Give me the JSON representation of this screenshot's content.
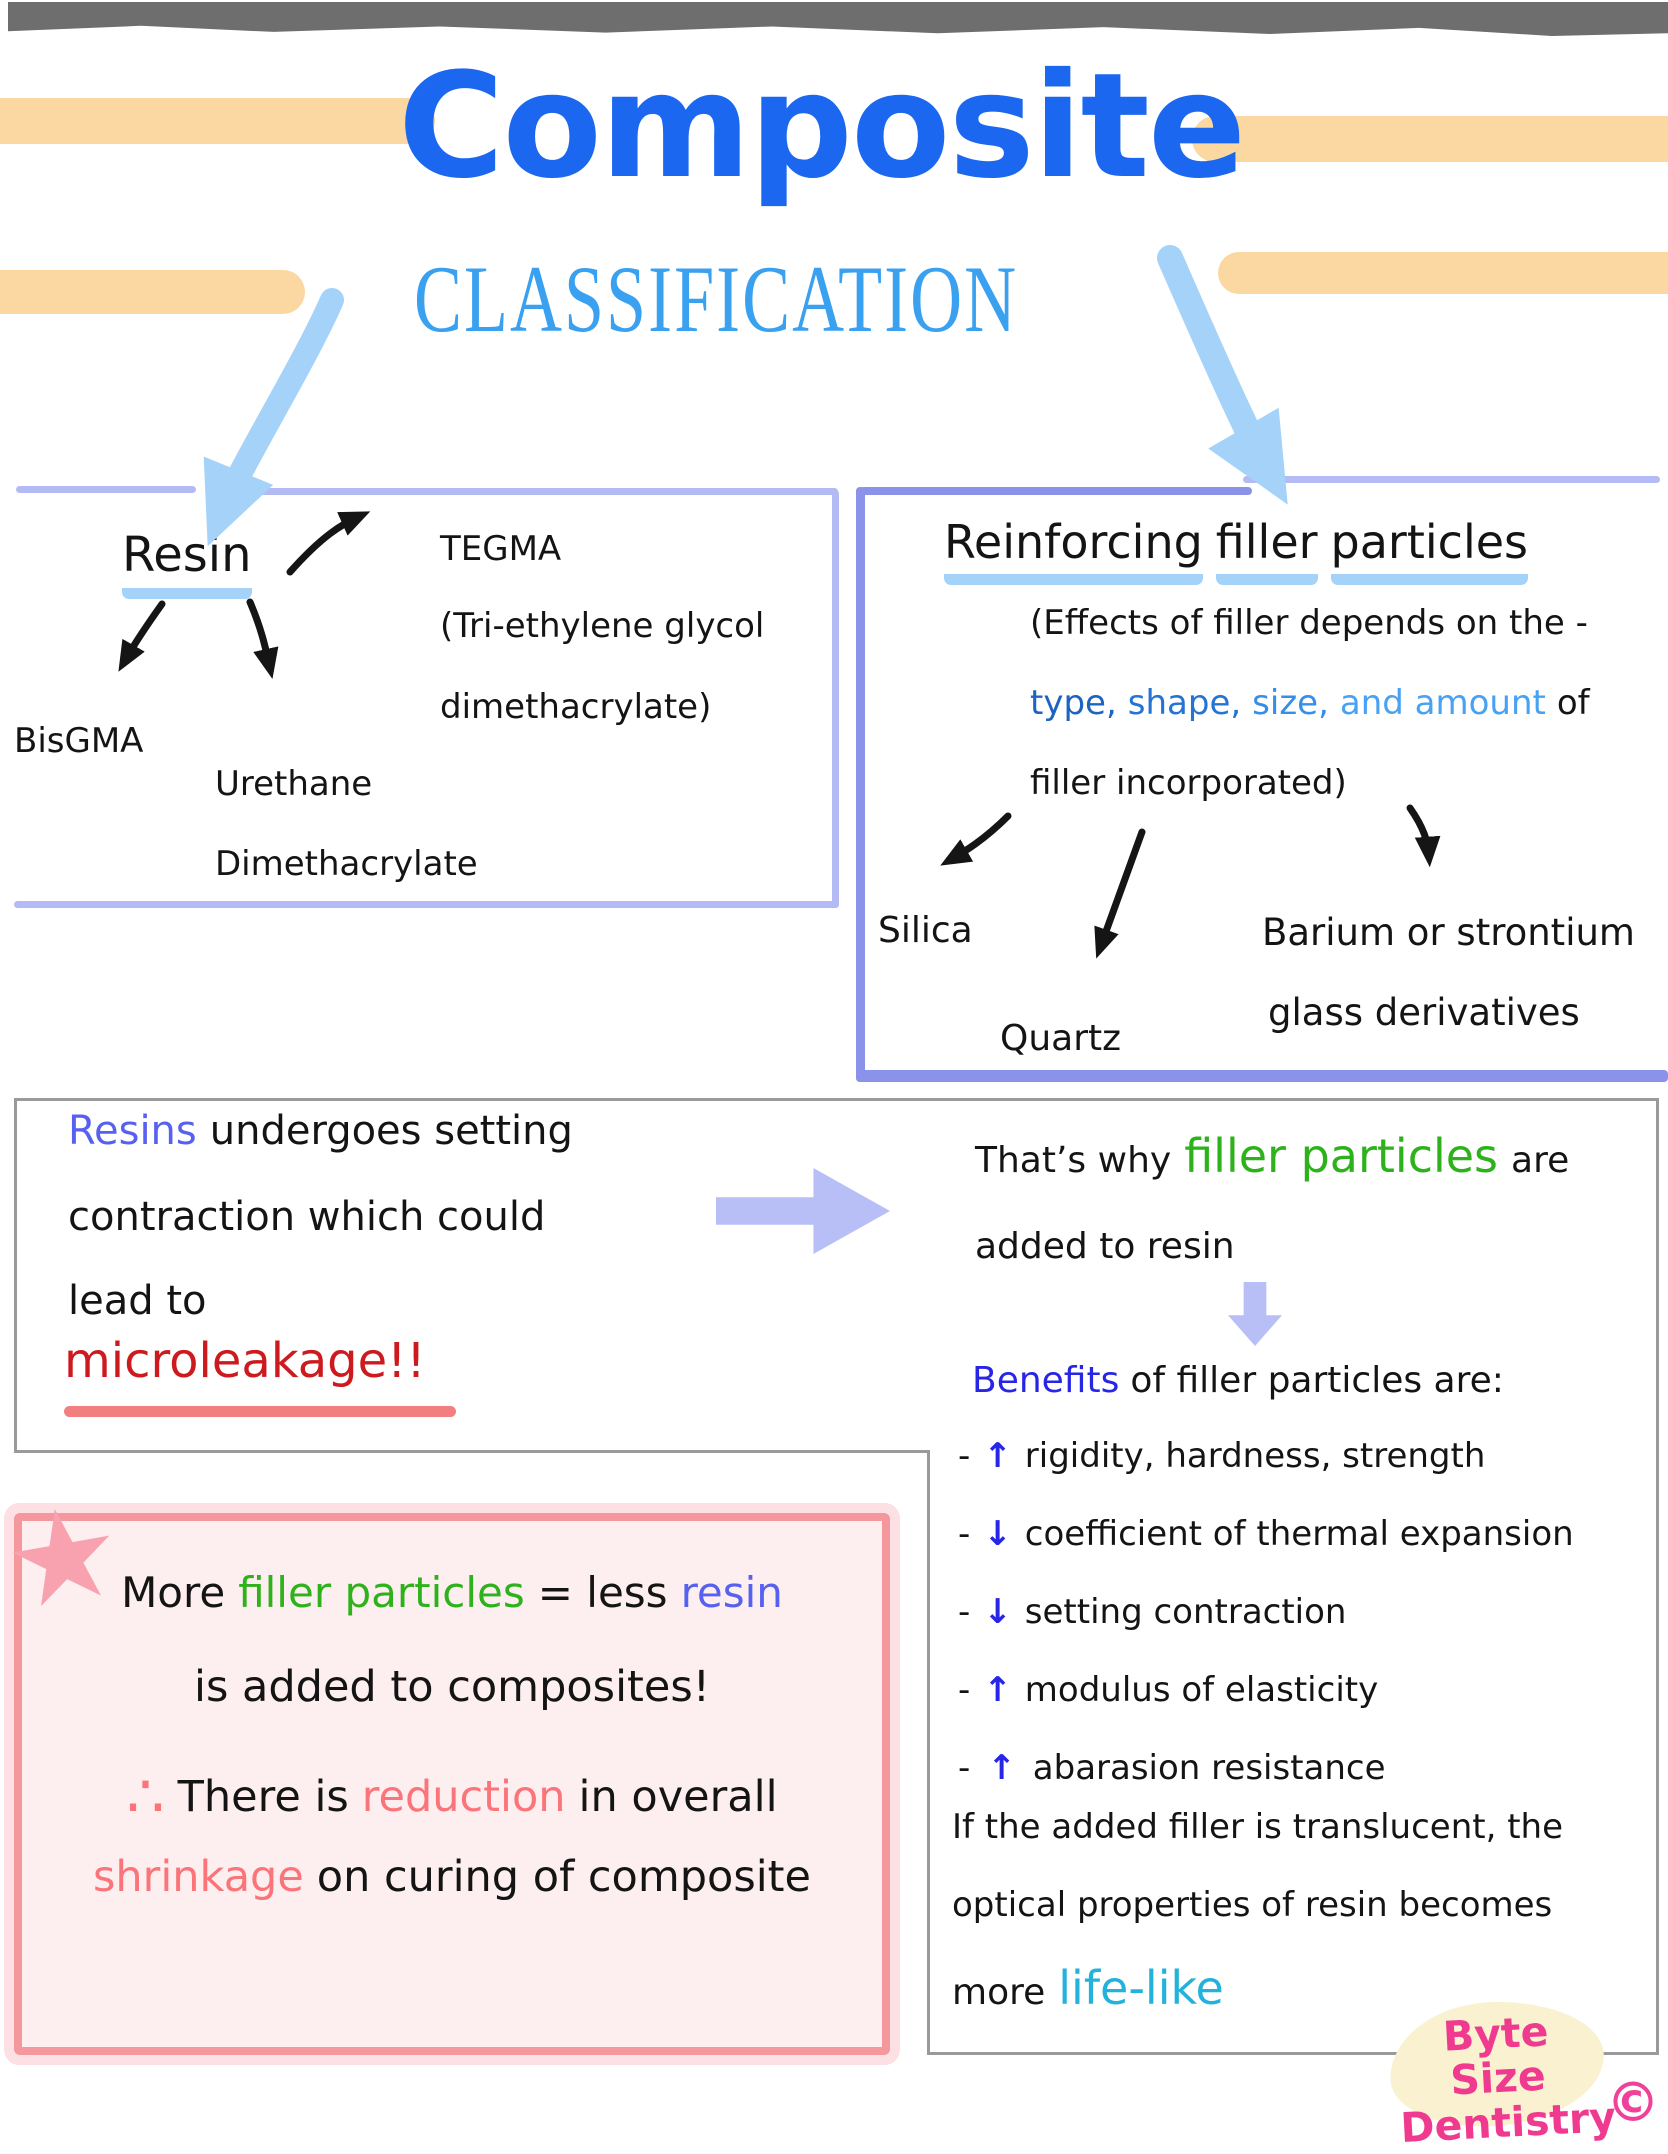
{
  "header": {
    "title": "Composite",
    "subtitle": "CLASSIFICATION"
  },
  "resin_box": {
    "heading": "Resin",
    "tegma": "TEGMA",
    "tegma_full_line1": "(Tri-ethylene glycol",
    "tegma_full_line2": "dimethacrylate)",
    "bisgma": "BisGMA",
    "urethane_line1": "Urethane",
    "urethane_line2": "Dimethacrylate"
  },
  "filler_box": {
    "heading_word1": "Reinforcing",
    "heading_word2": "filler",
    "heading_word3": "particles",
    "note_line1": "(Effects of filler depends on the -",
    "note_type": "type,",
    "note_shape": "shape,",
    "note_size": "size,",
    "note_amount": "and amount",
    "note_of": "of",
    "note_line3": "filler incorporated)",
    "silica": "Silica",
    "quartz": "Quartz",
    "barium_line1": "Barium or strontium",
    "barium_line2": "glass derivatives"
  },
  "setting_panel": {
    "resins_word": "Resins",
    "line1_rest": "undergoes setting",
    "line2": "contraction which could",
    "line3": "lead to",
    "microleakage": "microleakage!!"
  },
  "filler_panel": {
    "lead_a": "That’s why",
    "lead_b": "filler particles",
    "lead_c": "are",
    "lead_line2": "added to resin",
    "benefits_word": "Benefits",
    "benefits_rest": "of filler particles are:",
    "benefit_items": [
      {
        "bullet": "-",
        "arrow": "↑",
        "text": "rigidity, hardness, strength"
      },
      {
        "bullet": "-",
        "arrow": "↓",
        "text": "coefficient of thermal expansion"
      },
      {
        "bullet": "-",
        "arrow": "↓",
        "text": "setting contraction"
      },
      {
        "bullet": "-",
        "arrow": "↑",
        "text": "modulus of elasticity"
      },
      {
        "bullet": "-",
        "arrow": "↑",
        "text": "abarasion resistance"
      }
    ],
    "translucent_line1": "If the added filler is translucent, the",
    "translucent_line2": "optical properties of resin becomes",
    "more_word": "more",
    "life_like": "life-like"
  },
  "highlight_box": {
    "star": "★",
    "line1_a": "More",
    "line1_b": "filler particles",
    "line1_c": "= less",
    "line1_d": "resin",
    "line2": "is added to composites!",
    "line3_therefore": "∴",
    "line3_a": "There is",
    "line3_b": "reduction",
    "line3_c": "in overall",
    "line4_a": "shrinkage",
    "line4_b": "on curing of composite"
  },
  "watermark": {
    "line1": "Byte Size",
    "line2": "Dentistry",
    "copyright": "©"
  },
  "colors": {
    "title_blue": "#1b67ef",
    "subtitle_blue": "#3aa0f0",
    "sky_blue": "#a4d2f8",
    "periwinkle_light": "#b4baf3",
    "periwinkle_dark": "#8a92e9",
    "periwinkle_text": "#5761ef",
    "lilac_flow_arrow": "#b8bff7",
    "green": "#2eb21c",
    "benefit_blue": "#2826e6",
    "type_blue": "#1c63c2",
    "shape_blue": "#2474d4",
    "size_blue": "#338feb",
    "amount_blue": "#47a2f4",
    "red": "#cc1a1f",
    "red_underline": "#f27e80",
    "salmon": "#fa7479",
    "pink_border": "#f4989e",
    "pink_bg": "#fdeef0",
    "star_pink": "#f8a2b0",
    "cyan": "#22b2dc",
    "brand_pink": "#ef3a8f",
    "cream": "#f9f1cf",
    "orange_bar": "#fbd8a2",
    "gray_bar": "#6e6e6e",
    "panel_border_gray": "#9a9a9a"
  }
}
